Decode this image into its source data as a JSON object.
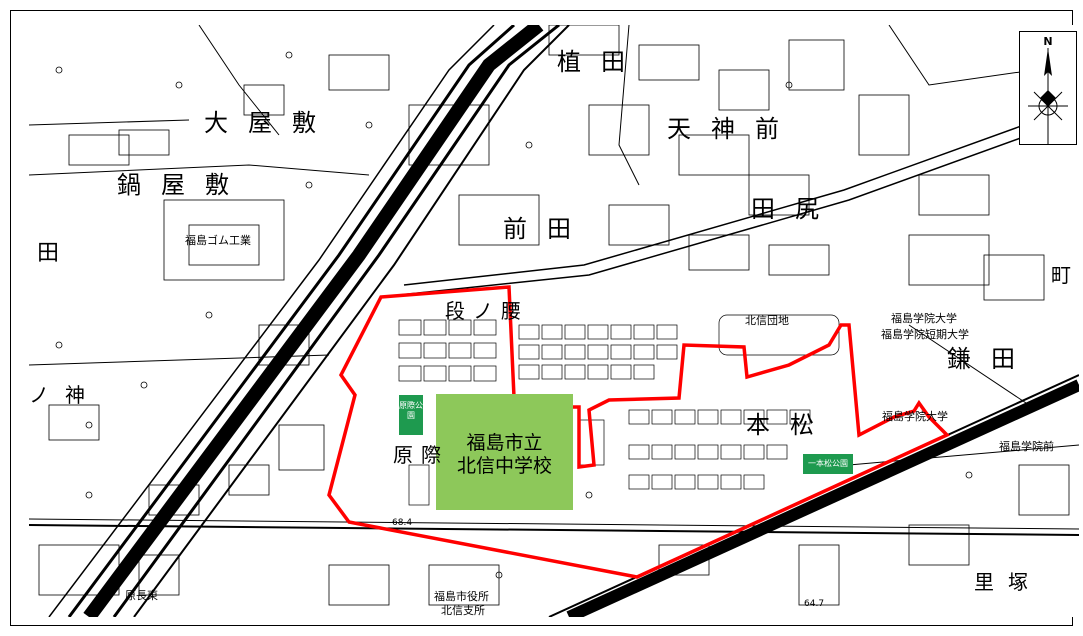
{
  "map": {
    "compass": {
      "north_label": "N"
    },
    "school": {
      "line1": "福島市立",
      "line2": "北信中学校"
    },
    "parks": {
      "genba": "原際公園",
      "ipponmatsu": "一本松公園"
    },
    "places": {
      "oyashiki": "大屋敷",
      "nabeyashiki": "鍋屋敷",
      "uekita": "植田",
      "tenjinmae": "天神前",
      "maeda": "前田",
      "tajiri": "田尻",
      "dannoyashiki": "段ノ腰",
      "ipponmatsu": "本松",
      "kamata": "鎌田",
      "genba": "原際",
      "rinokami": "ノ神",
      "sato_tsuka": "里塚",
      "ta": "田",
      "machi": "町"
    },
    "facilities": {
      "gomu": "福島ゴム工業",
      "kitanobu_danchi": "北信団地",
      "gakuin_dai": "福島学院大学",
      "gakuin_tandai": "福島学院短期大学",
      "gakuin_dai2": "福島学院大学",
      "gakuin_mae": "福島学院前",
      "shiyakusho1": "福島市役所",
      "shiyakusho2": "北信支所",
      "harasaki": "原長東"
    },
    "spot_heights": {
      "a": "68.4",
      "b": "64.7"
    },
    "colors": {
      "boundary": "#ff0000",
      "school": "#8dc85a",
      "park": "#1e9a4f"
    }
  }
}
